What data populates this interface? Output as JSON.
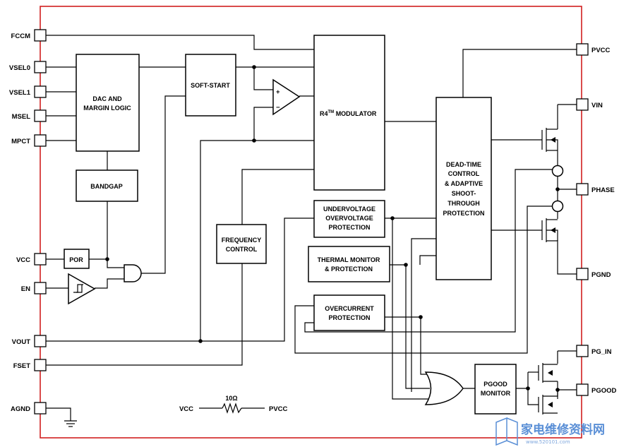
{
  "pins_left": {
    "fccm": "FCCM",
    "vsel0": "VSEL0",
    "vsel1": "VSEL1",
    "msel": "MSEL",
    "mpct": "MPCT",
    "vcc": "VCC",
    "en": "EN",
    "vout": "VOUT",
    "fset": "FSET",
    "agnd": "AGND"
  },
  "pins_right": {
    "pvcc": "PVCC",
    "vin": "VIN",
    "phase": "PHASE",
    "pgnd": "PGND",
    "pg_in": "PG_IN",
    "pgood": "PGOOD"
  },
  "blocks": {
    "dac_line1": "DAC AND",
    "dac_line2": "MARGIN LOGIC",
    "soft_start": "SOFT-START",
    "modulator_prefix": "R4",
    "modulator_tm": "TM",
    "modulator_suffix": " MODULATOR",
    "bandgap": "BANDGAP",
    "por": "POR",
    "freq_line1": "FREQUENCY",
    "freq_line2": "CONTROL",
    "uvov_line1": "UNDERVOLTAGE",
    "uvov_line2": "OVERVOLTAGE",
    "uvov_line3": "PROTECTION",
    "thermal_line1": "THERMAL MONITOR",
    "thermal_line2": "& PROTECTION",
    "oc_line1": "OVERCURRENT",
    "oc_line2": "PROTECTION",
    "dt_line1": "DEAD-TIME",
    "dt_line2": "CONTROL",
    "dt_line3": "& ADAPTIVE",
    "dt_line4": "SHOOT-",
    "dt_line5": "THROUGH",
    "dt_line6": "PROTECTION",
    "pgood_line1": "PGOOD",
    "pgood_line2": "MONITOR"
  },
  "resistor": {
    "left": "VCC",
    "value": "10Ω",
    "right": "PVCC"
  },
  "watermark": {
    "main": "家电维修资料网",
    "sub": "www.520101.com"
  },
  "colors": {
    "border": "#d01f1f",
    "watermark": "#5a8fd6"
  }
}
